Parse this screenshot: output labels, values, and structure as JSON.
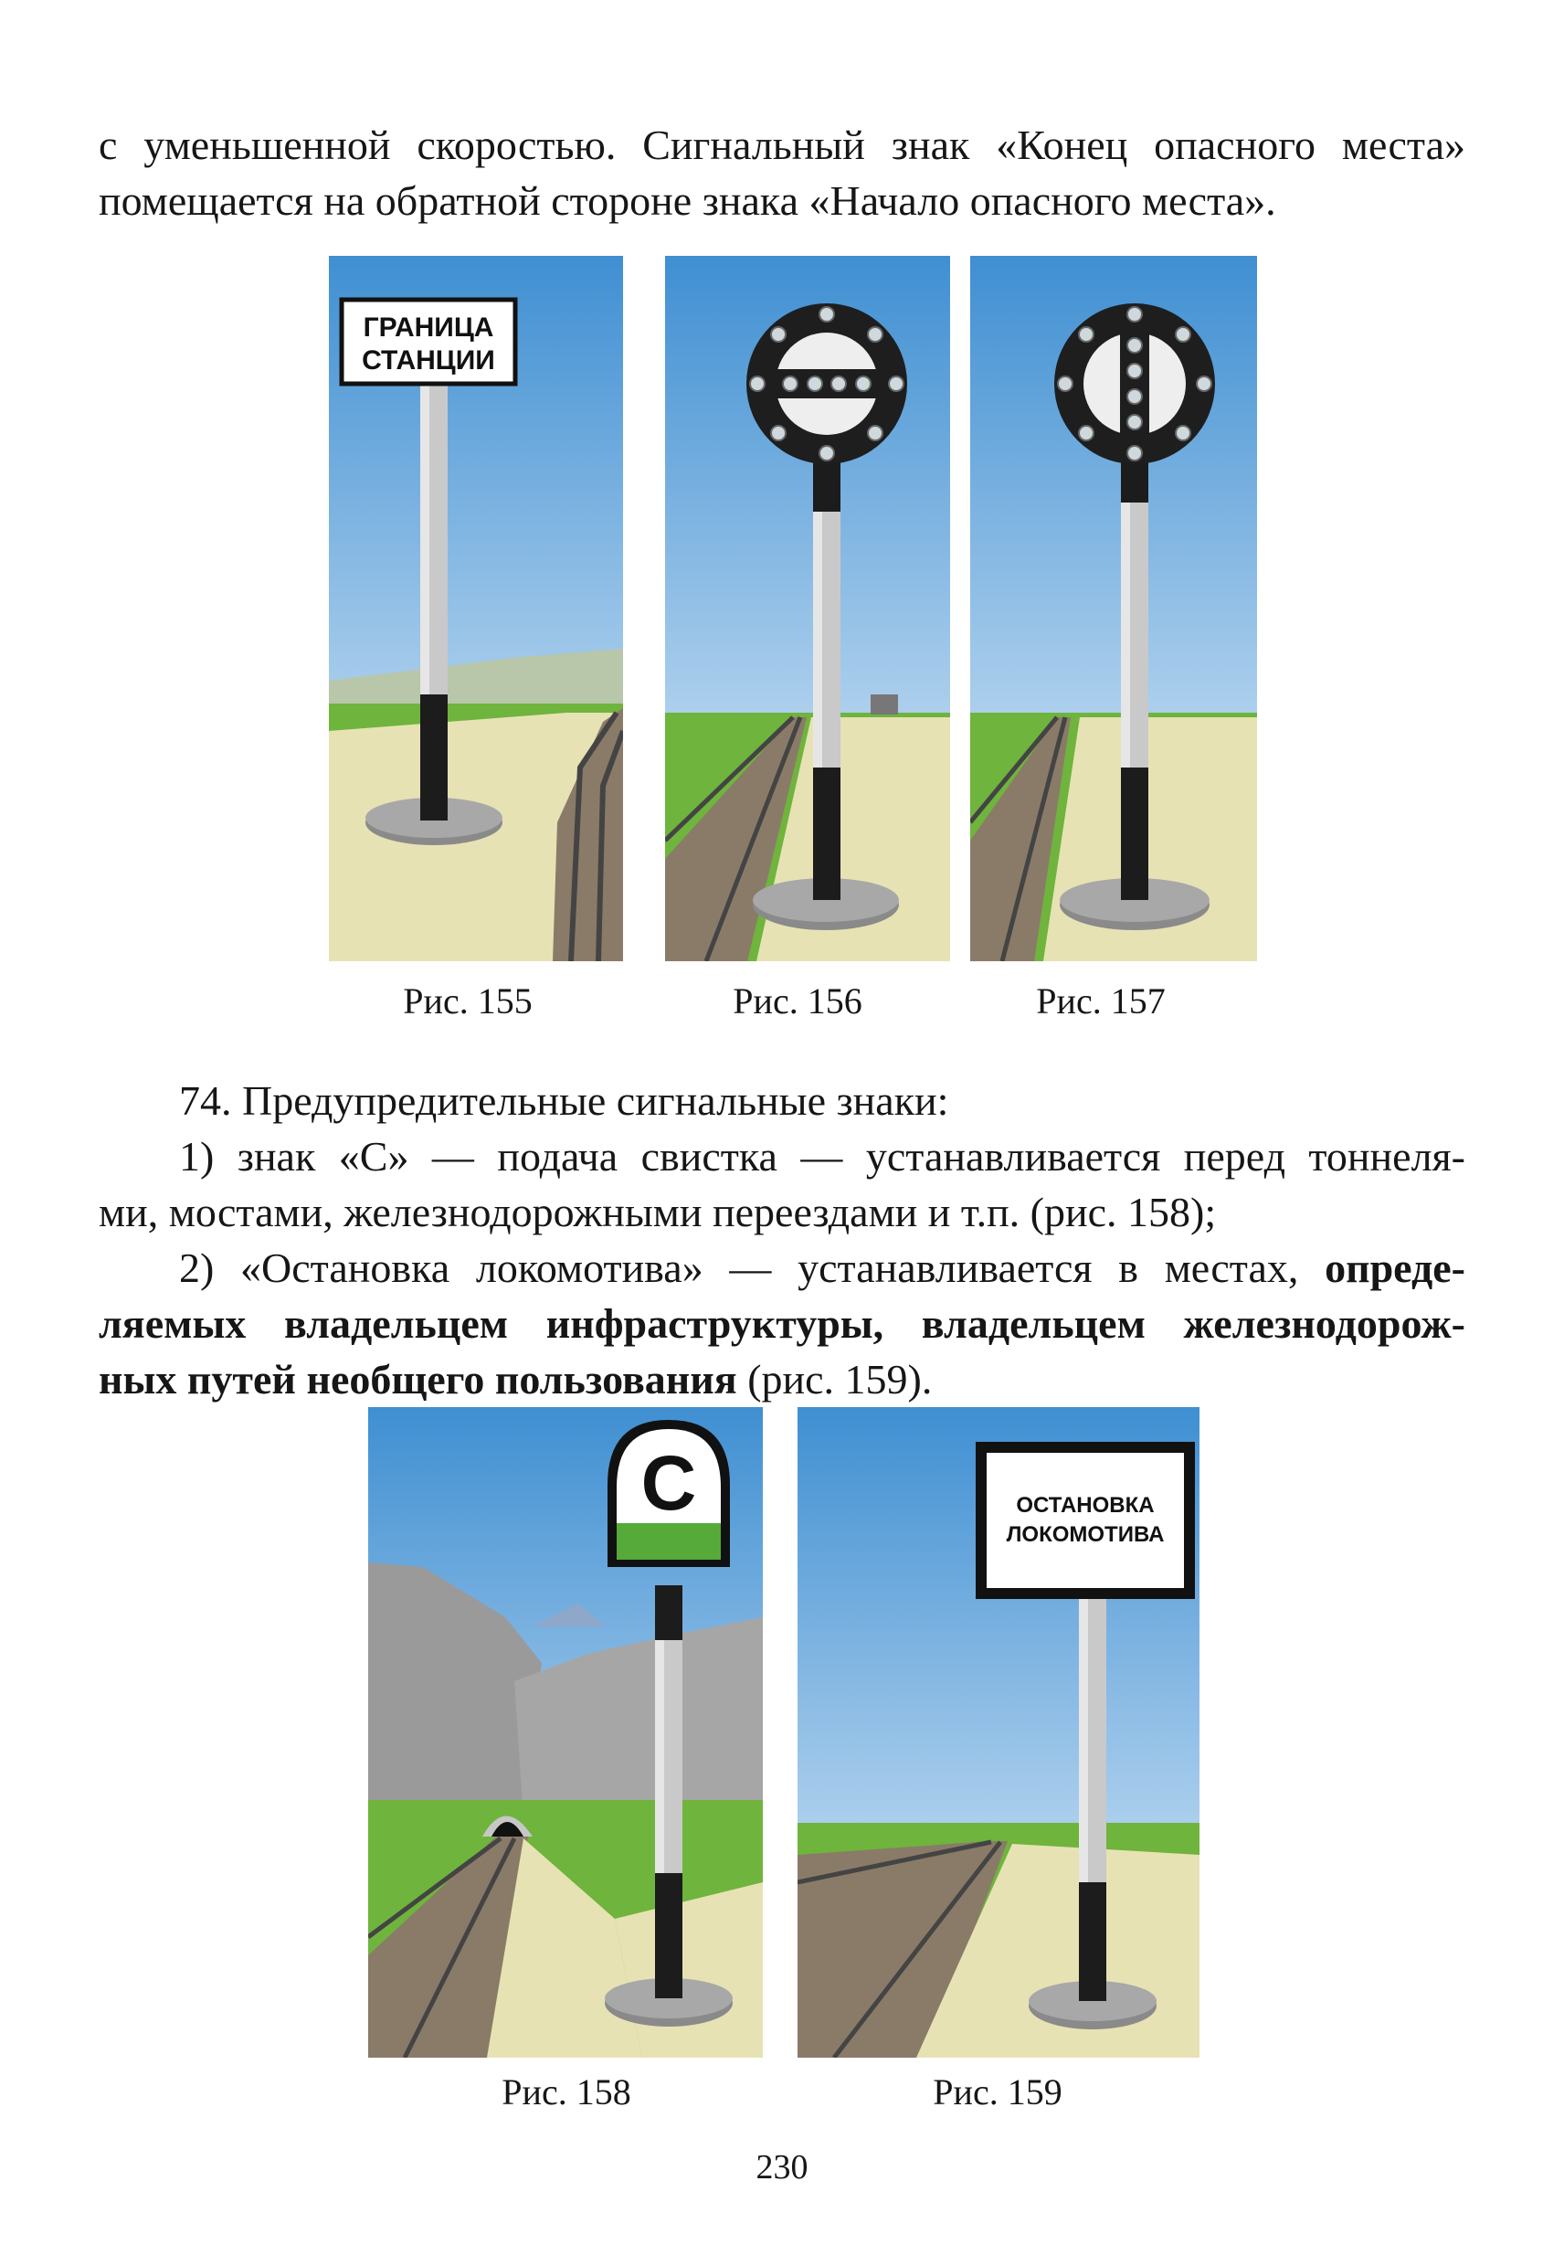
{
  "intro": {
    "line1": "с уменьшенной скоростью. Сигнальный знак «Конец опасного места»",
    "line2": "помещается на обратной стороне знака «Начало опасного места»."
  },
  "figures_top": [
    {
      "caption": "Рис. 155",
      "sign_text_line1": "ГРАНИЦА",
      "sign_text_line2": "СТАНЦИИ"
    },
    {
      "caption": "Рис. 156"
    },
    {
      "caption": "Рис. 157"
    }
  ],
  "section": {
    "heading": "74. Предупредительные сигнальные знаки:",
    "item1_line1": "1) знак «С» — подача свистка — устанавливается перед тоннеля-",
    "item1_line2": "ми, мостами, железнодорожными переездами и т.п. (рис. 158);",
    "item2_line1_normal": "2) «Остановка локомотива» — устанавливается в местах, ",
    "item2_line1_bold": "опреде-",
    "item2_line2_bold": "ляемых владельцем инфраструктуры, владельцем железнодорож-",
    "item2_line3_bold": "ных путей необщего пользования",
    "item2_line3_normal": " (рис. 159)."
  },
  "figures_bottom": [
    {
      "caption": "Рис. 158",
      "sign_letter": "С"
    },
    {
      "caption": "Рис. 159",
      "sign_text_line1": "ОСТАНОВКА",
      "sign_text_line2": "ЛОКОМОТИВА"
    }
  ],
  "page_number": "230",
  "colors": {
    "sky_top": "#3f8fd2",
    "sky_bottom": "#e8f2fb",
    "grass": "#6fb43c",
    "path": "#e7e2b4",
    "sign_green": "#55aa3a"
  }
}
